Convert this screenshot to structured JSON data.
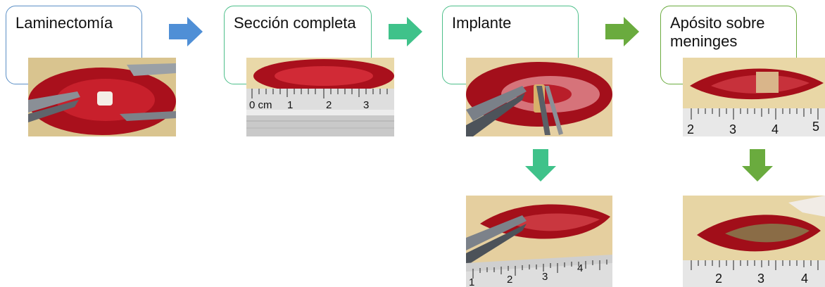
{
  "steps": [
    {
      "label": "Laminectomía"
    },
    {
      "label": "Sección completa"
    },
    {
      "label": "Implante"
    },
    {
      "label": "Apósito sobre meninges"
    }
  ],
  "ruler_labels": {
    "seccion": [
      "0 cm",
      "1",
      "2",
      "3"
    ],
    "apposito": [
      "2",
      "3",
      "4",
      "5"
    ],
    "implante_result": [
      "1",
      "2",
      "3",
      "4"
    ],
    "apposito_result": [
      "2",
      "3",
      "4"
    ]
  },
  "colors": {
    "box_blue": "#5b8fc6",
    "box_green": "#4dbf8a",
    "box_green_dark": "#6aab3e",
    "arrow_blue": "#4f8fd6",
    "arrow_teal": "#3fc28a",
    "arrow_green": "#6aab3e",
    "tissue_red": "#b3121f",
    "skin": "#e8d3a6"
  }
}
